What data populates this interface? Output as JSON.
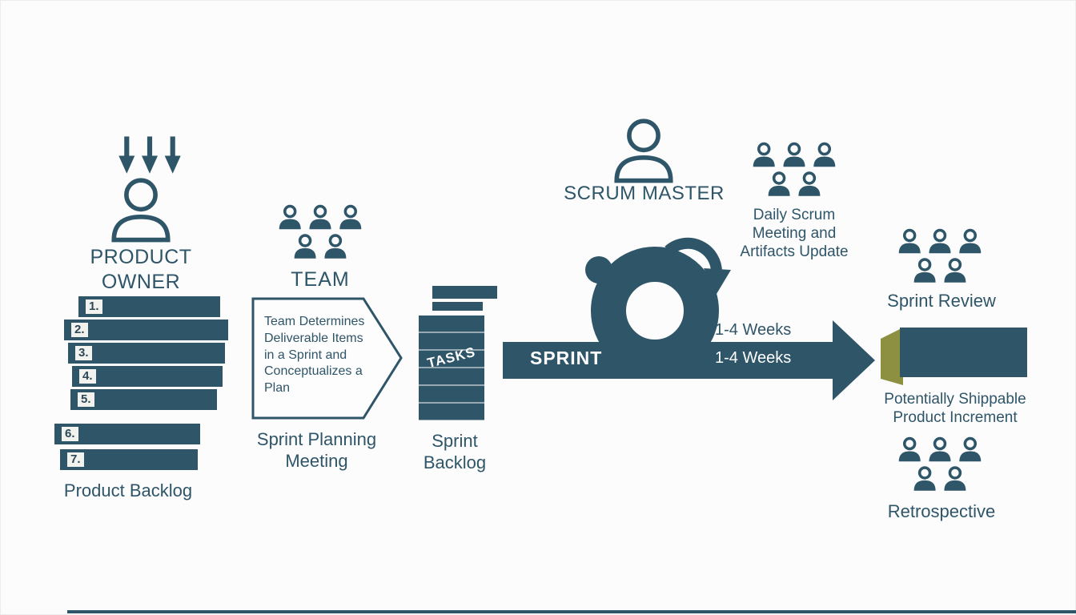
{
  "colors": {
    "ink": "#2e5568",
    "olive": "#8d9040",
    "background": "#fcfcfd"
  },
  "product_owner": {
    "label": "PRODUCT OWNER"
  },
  "product_backlog": {
    "label": "Product Backlog",
    "items": [
      "1.",
      "2.",
      "3.",
      "4.",
      "5.",
      "6.",
      "7."
    ]
  },
  "team": {
    "label": "TEAM"
  },
  "sprint_planning": {
    "note": "Team Determines Deliverable Items in a Sprint and Conceptualizes a Plan",
    "label": "Sprint Planning Meeting"
  },
  "sprint_backlog": {
    "tasks": "TASKS",
    "label": "Sprint Backlog"
  },
  "sprint": {
    "label": "SPRINT",
    "duration_above": "1-4 Weeks",
    "duration_inside": "1-4 Weeks"
  },
  "scrum_master": {
    "label": "SCRUM MASTER"
  },
  "daily_scrum": {
    "label": "Daily Scrum Meeting and Artifacts Update"
  },
  "sprint_review": {
    "label": "Sprint Review"
  },
  "product_increment": {
    "label": "Potentially Shippable Product Increment"
  },
  "retrospective": {
    "label": "Retrospective"
  },
  "icons": {
    "down_arrows": "three-down-arrows",
    "product_owner": "person-outline",
    "team": "people-group",
    "scrum_master": "person-outline",
    "daily_scrum": "people-group",
    "sprint_review": "people-group",
    "retrospective": "people-group",
    "sprint_cycle": "cycle-loop",
    "sprint_arrow": "right-arrow"
  }
}
